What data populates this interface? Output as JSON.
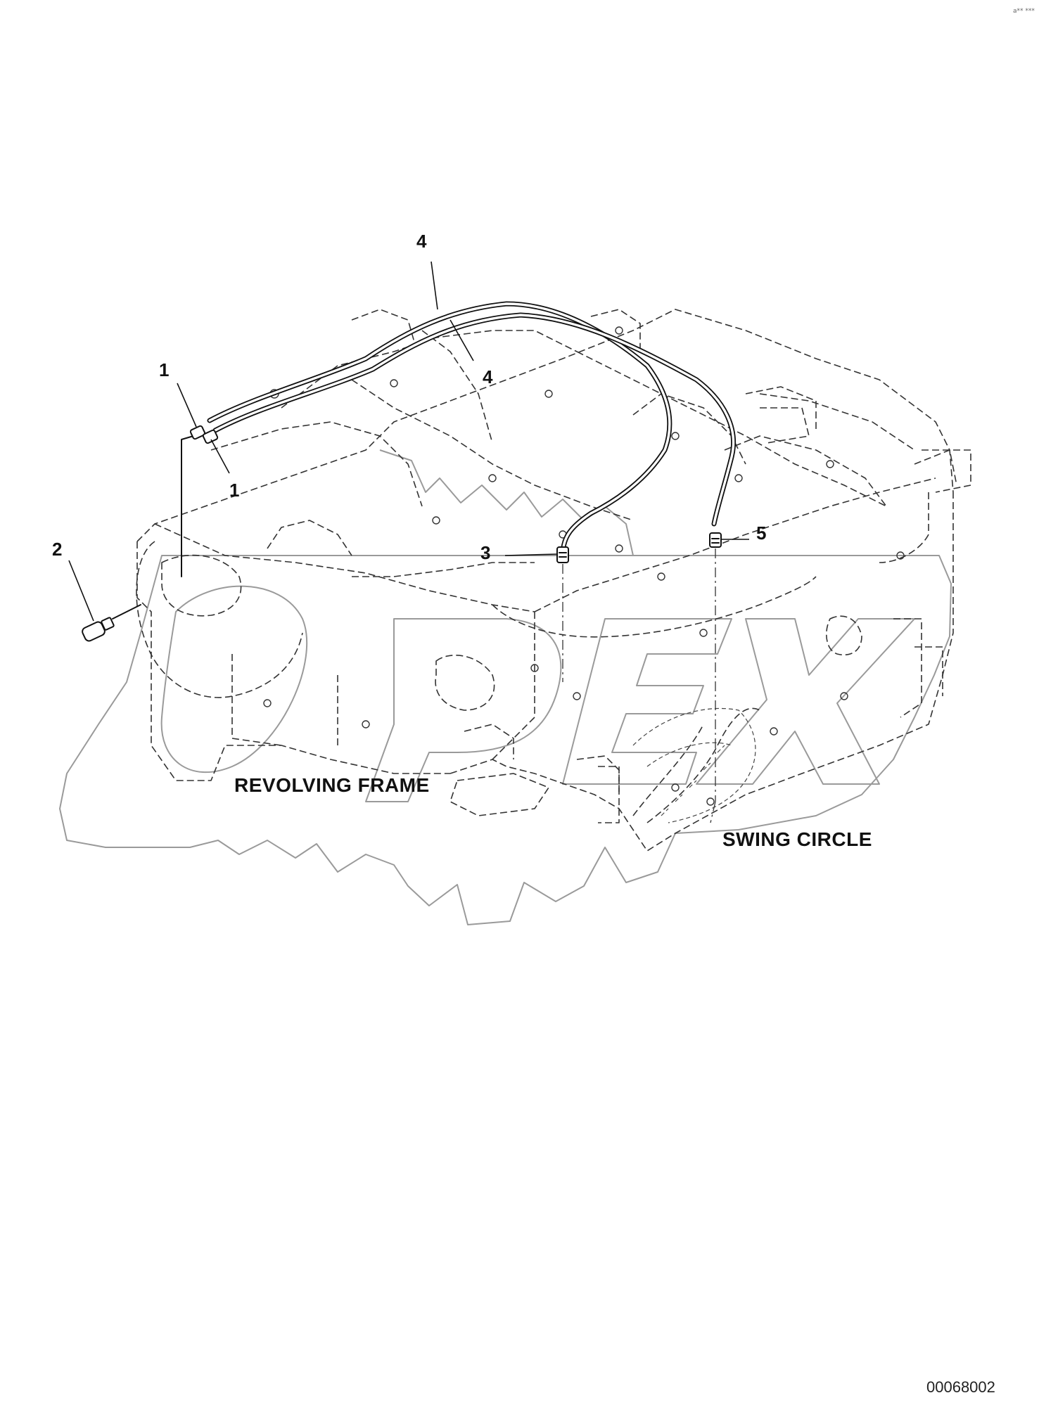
{
  "callouts": {
    "c1a": "1",
    "c1b": "1",
    "c2": "2",
    "c3": "3",
    "c4a": "4",
    "c4b": "4",
    "c5": "5"
  },
  "labels": {
    "revolving_frame": "REVOLVING FRAME",
    "swing_circle": "SWING CIRCLE"
  },
  "document_number": "00068002",
  "corner_mark": "a** ***"
}
